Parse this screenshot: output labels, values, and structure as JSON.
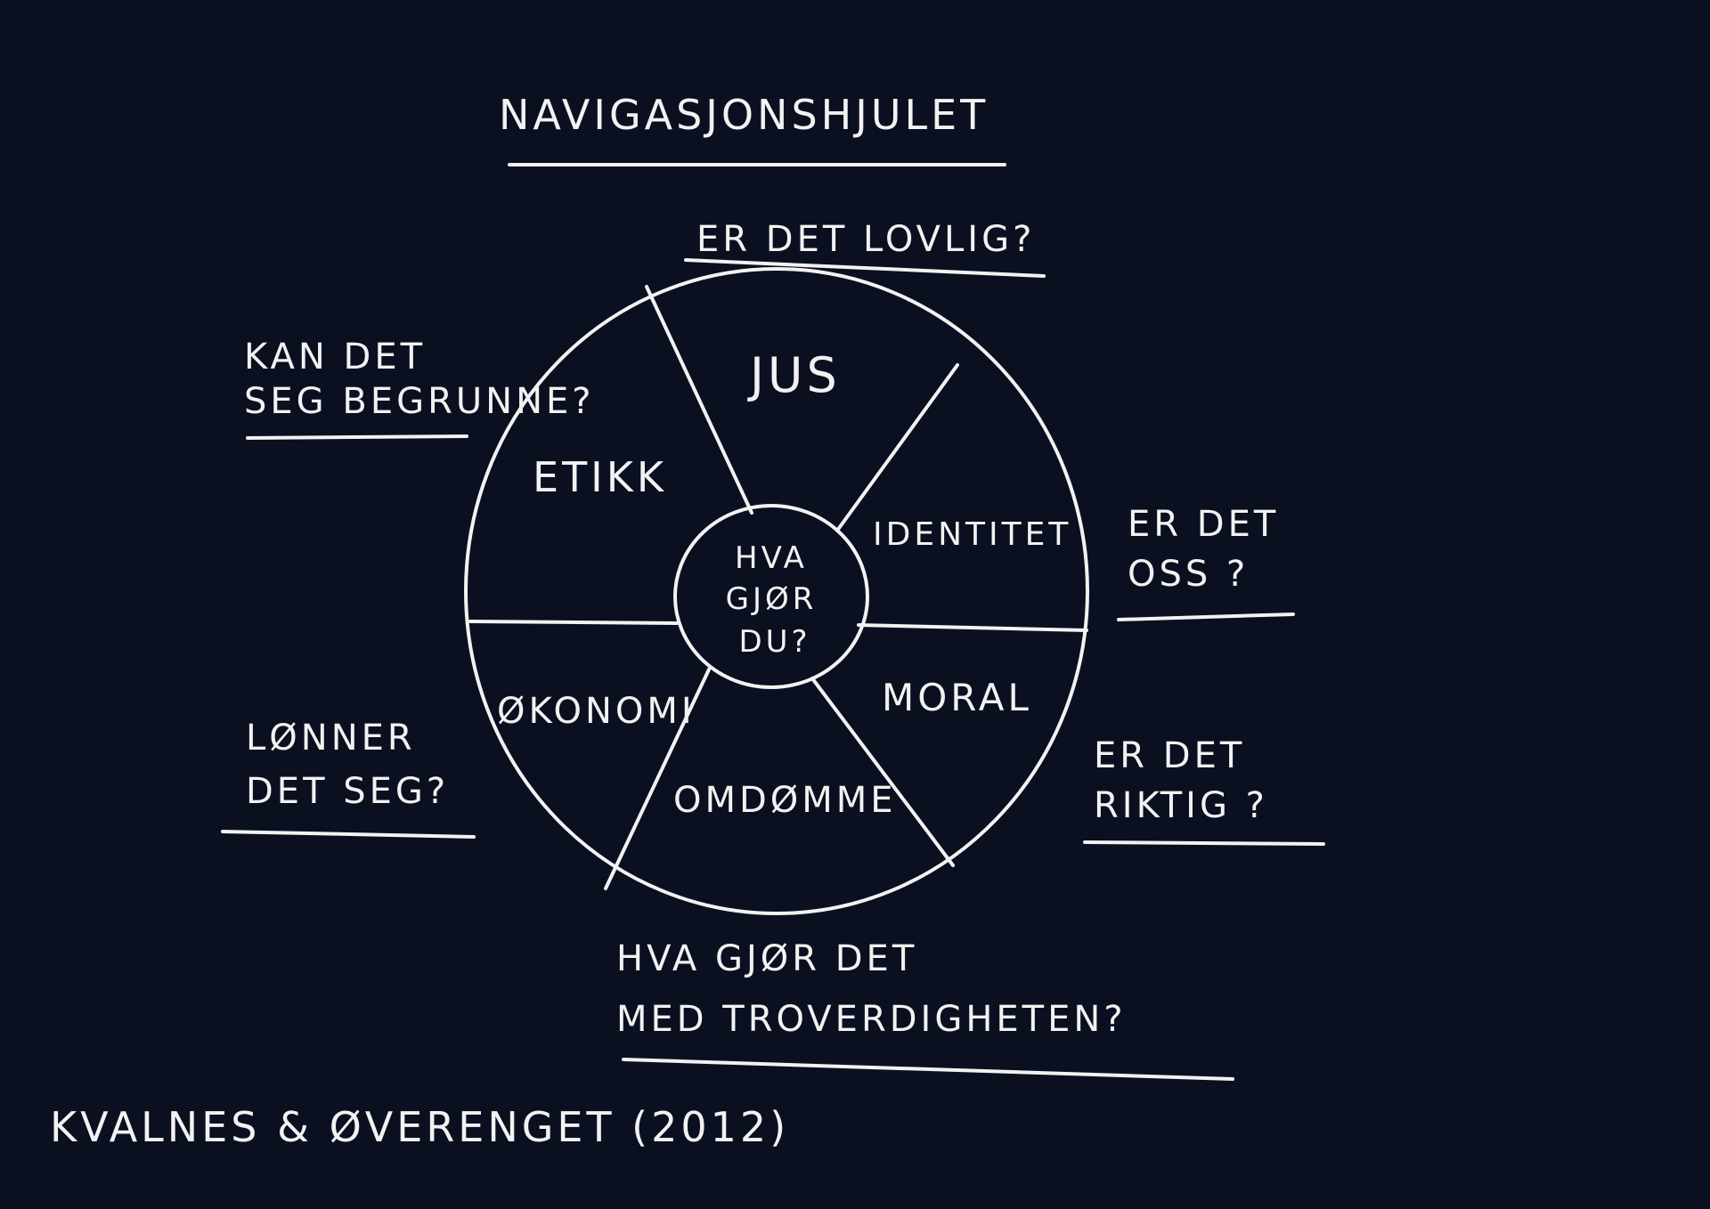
{
  "title": "NAVIGASJONSHJULET",
  "center": {
    "line1": "HVA",
    "line2": "GJØR",
    "line3": "DU?"
  },
  "segments": {
    "jus": "JUS",
    "identitet": "IDENTITET",
    "moral": "MORAL",
    "omdomme": "OMDØMME",
    "okonomi": "ØKONOMI",
    "etikk": "ETIKK"
  },
  "questions": {
    "lovlig": "ER DET LOVLIG?",
    "begrunne_line1": "KAN DET",
    "begrunne_line2": "SEG BEGRUNNE?",
    "oss_line1": "ER DET",
    "oss_line2": "OSS ?",
    "riktig_line1": "ER DET",
    "riktig_line2": "RIKTIG ?",
    "lonner_line1": "LØNNER",
    "lonner_line2": "DET SEG?",
    "troverdighet_line1": "HVA GJØR DET",
    "troverdighet_line2": "MED TROVERDIGHETEN?"
  },
  "citation": "KVALNES & ØVERENGET (2012)",
  "colors": {
    "background": "#0b1020",
    "chalk": "#f2f2f2"
  }
}
